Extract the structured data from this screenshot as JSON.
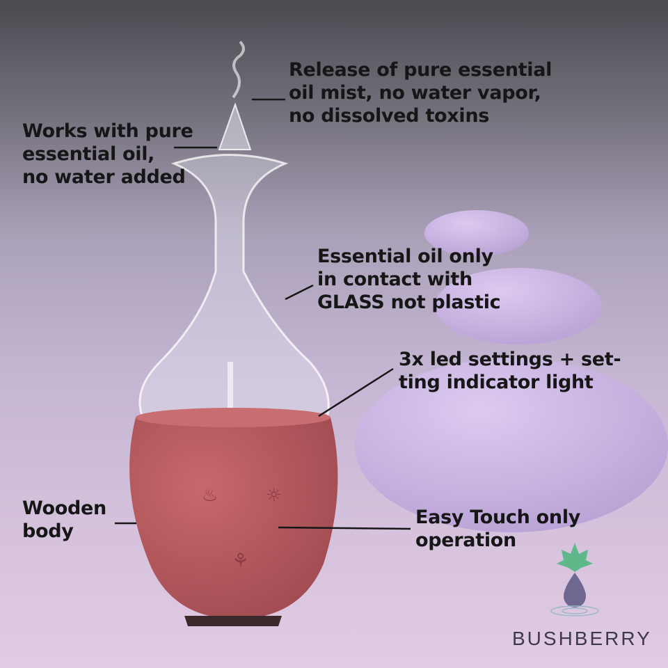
{
  "callouts": {
    "mist": "Release of pure essential\noil mist, no water vapor,\nno dissolved toxins",
    "pure_oil": "Works with pure\nessential oil,\nno water added",
    "glass": "Essential oil only\nin contact with\nGLASS not plastic",
    "led": "3x led settings + set-\nting indicator light",
    "wooden": "Wooden\nbody",
    "touch": "Easy Touch only\noperation"
  },
  "brand": {
    "name": "BUSHBERRY",
    "leaf_color": "#5fb88a",
    "drop_color": "#6e6890"
  },
  "colors": {
    "body": "#b65a5f",
    "stone": "#cdb8e6"
  }
}
